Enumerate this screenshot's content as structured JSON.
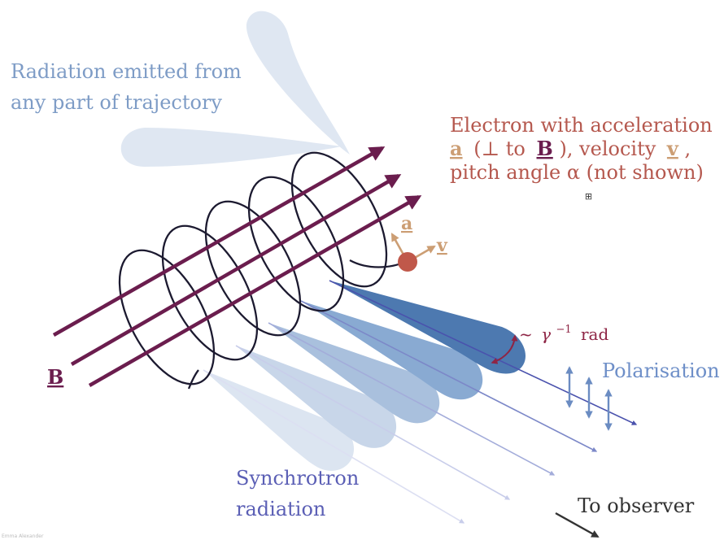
{
  "labels": {
    "radiation_emitted": [
      "Radiation emitted from",
      "any part of trajectory"
    ],
    "electron": [
      "Electron with acceleration",
      "(⊥ to",
      "), velocity",
      ",",
      "pitch angle α (not shown)"
    ],
    "symbol_a": "a",
    "symbol_v": "v",
    "symbol_B": "B",
    "beam_angle_prefix": "~",
    "beam_angle_gamma": "γ",
    "beam_angle_exp": "−1",
    "beam_angle_unit": "rad",
    "polarisation": "Polarisation",
    "synchrotron": [
      "Synchrotron",
      "radiation"
    ],
    "observer": "To observer",
    "credit": "Emma Alexander"
  },
  "colors": {
    "field_lines": "#6b1d4e",
    "helix": "#1c1a30",
    "electron": "#c0584a",
    "vector": "#cc9e74",
    "electron_text": "#b5584e",
    "emitted_text": "#7e9cc6",
    "polarisation_text": "#6e8fc8",
    "synchrotron_text": "#5b5fb5",
    "angle_marker": "#8e2545",
    "observer_arrow": "#333333",
    "lobe_dark": "#4d79b0"
  },
  "icons": {
    "center_marker": "crosshair-box-icon"
  }
}
